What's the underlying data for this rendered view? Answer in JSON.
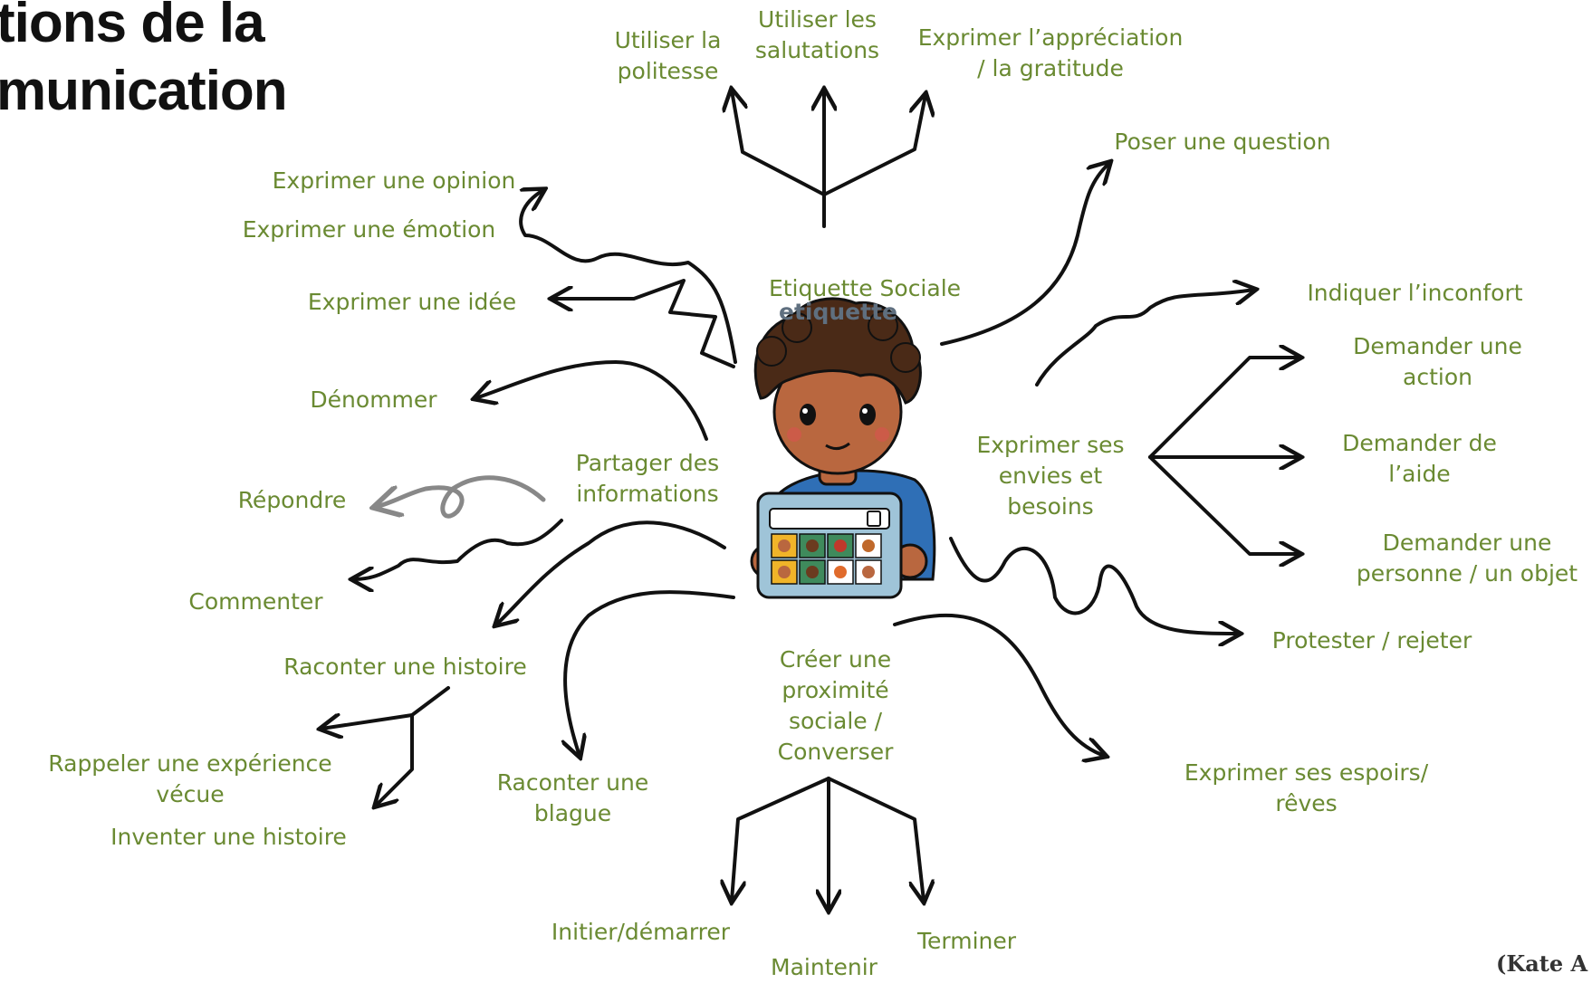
{
  "title": "tions de la\nmunication",
  "center": {
    "etiquette": "Etiquette Sociale",
    "etiquette_overlap": "etiquette",
    "partager": "Partager des\ninformations",
    "besoins": "Exprimer ses\nenvies et\nbesoins",
    "proximite": "Créer une\nproximité\nsociale /\nConverser"
  },
  "labels": {
    "politesse": "Utiliser la\npolitesse",
    "salutations": "Utiliser les\nsalutations",
    "appreciation": "Exprimer l’appréciation\n/ la gratitude",
    "question": "Poser une question",
    "opinion": "Exprimer une opinion",
    "emotion": "Exprimer une émotion",
    "idee": "Exprimer une idée",
    "denommer": "Dénommer",
    "repondre": "Répondre",
    "commenter": "Commenter",
    "raconter_histoire": "Raconter une histoire",
    "rappeler": "Rappeler une expérience vécue",
    "inventer": "Inventer une histoire",
    "raconter_blague": "Raconter une\nblague",
    "inconfort": "Indiquer l’inconfort",
    "demander_action": "Demander une\naction",
    "demander_aide": "Demander de\nl’aide",
    "demander_personne": "Demander une\npersonne / un objet",
    "protester": "Protester / rejeter",
    "espoirs": "Exprimer ses espoirs/ rêves",
    "initier": "Initier/démarrer",
    "maintenir": "Maintenir",
    "terminer": "Terminer"
  },
  "credit": "(Kate A",
  "colors": {
    "label": "#6a8a32",
    "arrow": "#111111",
    "grey_arrow": "#888888"
  }
}
